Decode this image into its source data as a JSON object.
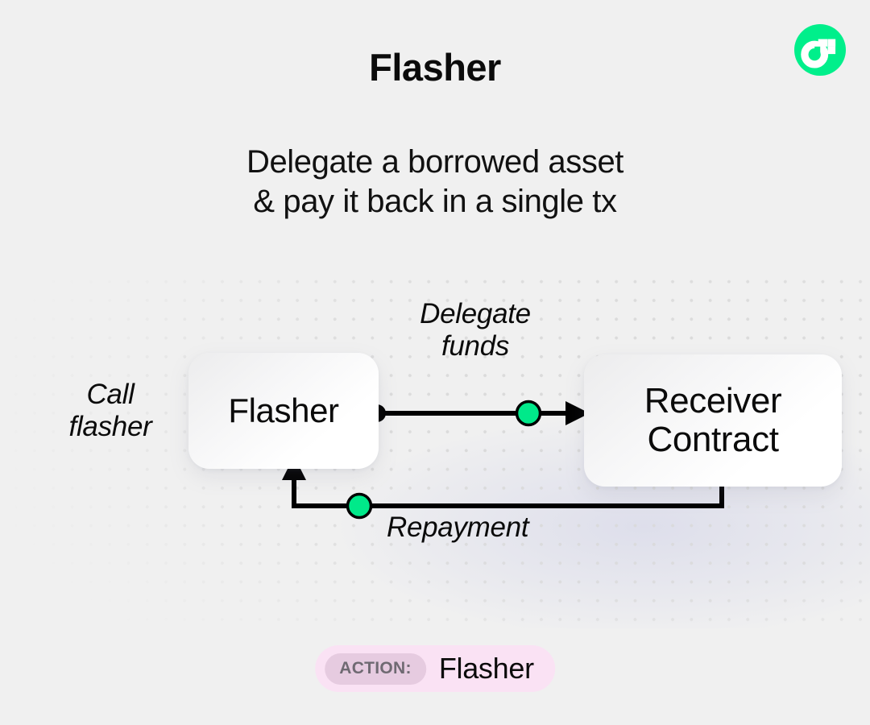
{
  "brand": {
    "logo_icon": "flow-logo-icon",
    "logo_color": "#00EF8B",
    "logo_mark_color": "#FFFFFF"
  },
  "header": {
    "title": "Flasher",
    "subtitle_line1": "Delegate a borrowed asset",
    "subtitle_line2": "& pay it back in a single tx"
  },
  "diagram": {
    "background_color": "#F0F0F0",
    "dot_color": "#D9D9D9",
    "accent_color": "#00EF8B",
    "line_color": "#000000",
    "nodes": [
      {
        "id": "flasher",
        "label": "Flasher"
      },
      {
        "id": "receiver",
        "label_line1": "Receiver",
        "label_line2": "Contract"
      }
    ],
    "labels": {
      "call": {
        "line1": "Call",
        "line2": "flasher"
      },
      "delegate": {
        "line1": "Delegate",
        "line2": "funds"
      },
      "repayment": "Repayment"
    }
  },
  "badge": {
    "chip_label": "ACTION:",
    "value": "Flasher",
    "chip_bg": "#E6CBE0",
    "pill_bg": "#FAE2F4"
  }
}
